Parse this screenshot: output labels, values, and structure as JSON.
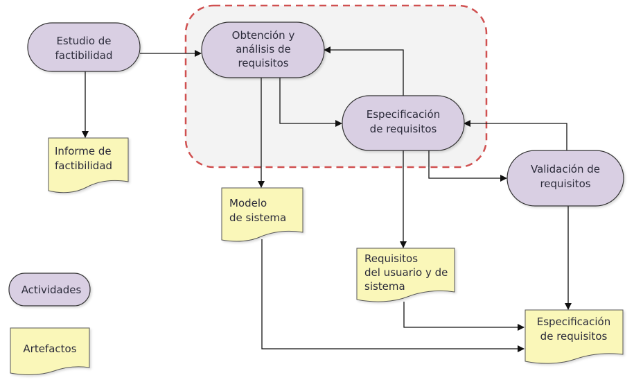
{
  "colors": {
    "activity_fill": "#d9cfe3",
    "artifact_fill": "#faf7b9",
    "group_fill": "#f3f3f3",
    "group_border": "#d05050",
    "stroke": "#333333"
  },
  "activities": {
    "estudio": [
      "Estudio de",
      "factibilidad"
    ],
    "obtencion": [
      "Obtención y",
      "análisis de",
      "requisitos"
    ],
    "especificacion": [
      "Especificación",
      "de requisitos"
    ],
    "validacion": [
      "Validación de",
      "requisitos"
    ]
  },
  "artifacts": {
    "informe": [
      "Informe de",
      "factibilidad"
    ],
    "modelo": [
      "Modelo",
      "de sistema"
    ],
    "requisitos_usuario": [
      "Requisitos",
      "del usuario y de",
      "sistema"
    ],
    "especificacion_doc": [
      "Especificación",
      "de requisitos"
    ]
  },
  "legend": {
    "activities": "Actividades",
    "artifacts": "Artefactos"
  }
}
